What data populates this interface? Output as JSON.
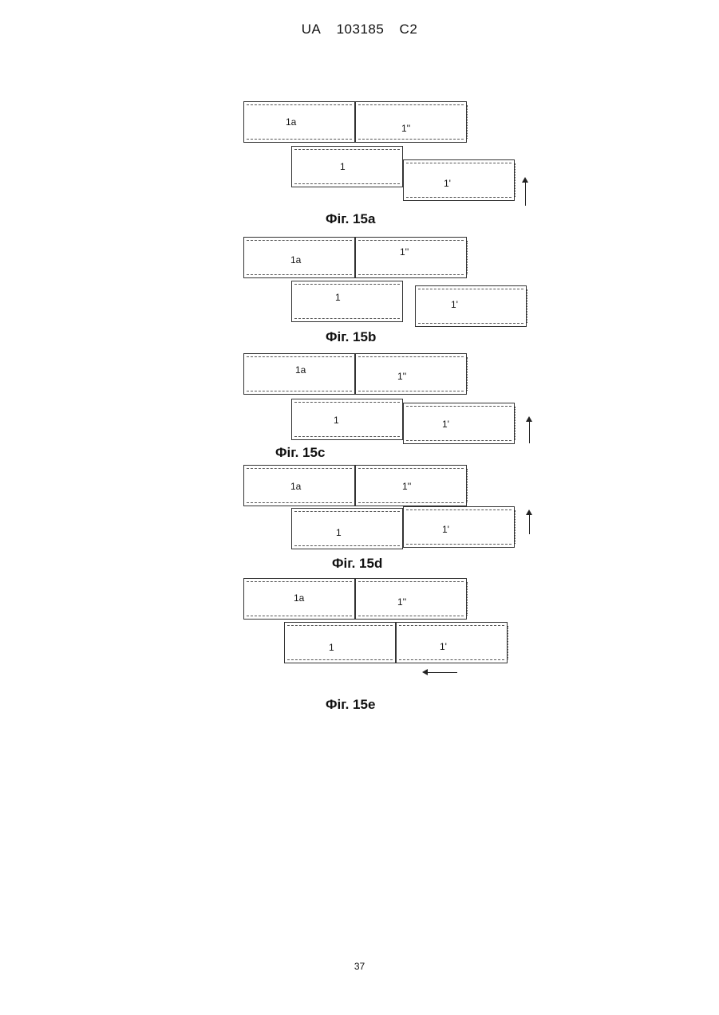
{
  "header": {
    "country": "UA",
    "number": "103185",
    "kind": "C2"
  },
  "figures": [
    {
      "caption": "Фіг. 15a",
      "labels": [
        "1a",
        "1''",
        "1",
        "1'"
      ],
      "arrow": "up"
    },
    {
      "caption": "Фіг. 15b",
      "labels": [
        "1a",
        "1''",
        "1",
        "1'"
      ],
      "arrow": "none"
    },
    {
      "caption": "Фіг. 15c",
      "labels": [
        "1a",
        "1''",
        "1",
        "1'"
      ],
      "arrow": "up"
    },
    {
      "caption": "Фіг. 15d",
      "labels": [
        "1a",
        "1''",
        "1",
        "1'"
      ],
      "arrow": "up"
    },
    {
      "caption": "Фіг. 15e",
      "labels": [
        "1a",
        "1''",
        "1",
        "1'"
      ],
      "arrow": "left"
    }
  ],
  "page_number": "37"
}
